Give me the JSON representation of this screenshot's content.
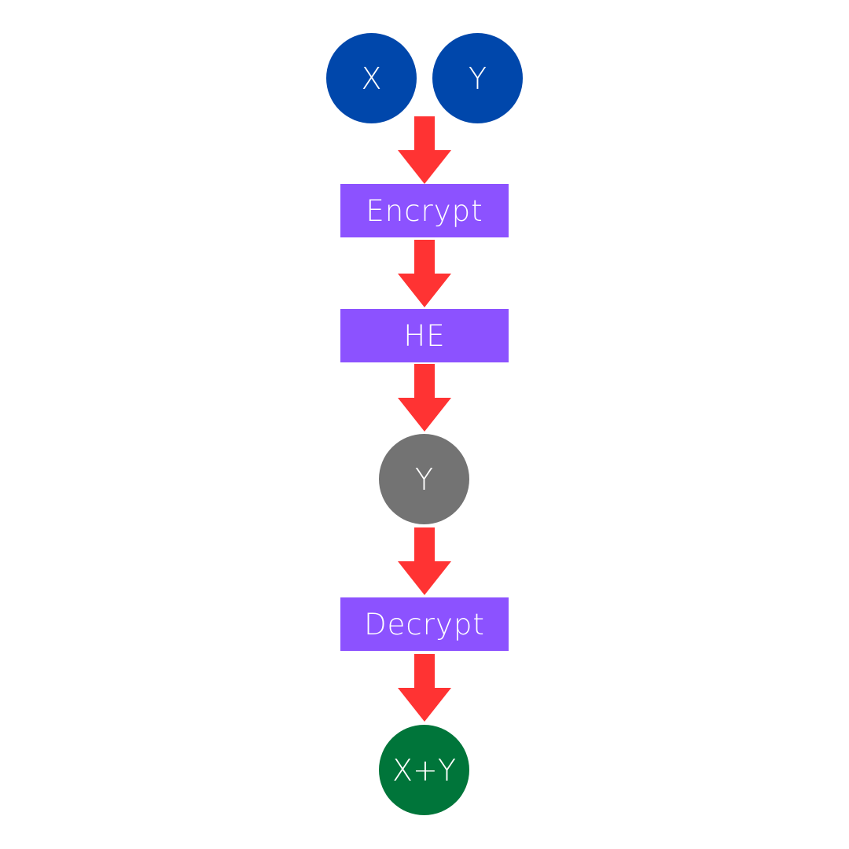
{
  "colors": {
    "input_node": "#0047AB",
    "process_box": "#8C52FF",
    "cipher_node": "#737373",
    "output_node": "#00753A",
    "arrow": "#FF3333"
  },
  "nodes": {
    "input_x": "X",
    "input_y": "Y",
    "encrypt": "Encrypt",
    "he": "HE",
    "cipher_result": "Y",
    "decrypt": "Decrypt",
    "output": "X+Y"
  }
}
